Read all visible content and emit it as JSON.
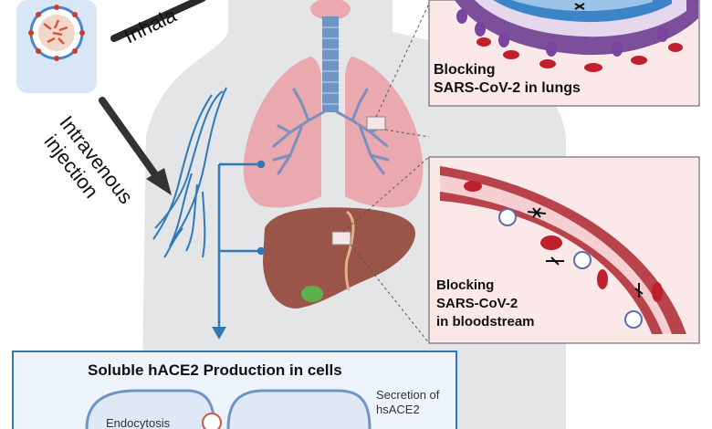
{
  "labels": {
    "inhalation": "Inhala",
    "intravenous_line1": "Intravenous",
    "intravenous_line2": "injection",
    "blocking_lungs_line1": "Blocking",
    "blocking_lungs_line2": "SARS-CoV-2 in lungs",
    "blocking_blood_line1": "Blocking",
    "blocking_blood_line2": "SARS-CoV-2",
    "blocking_blood_line3": "in bloodstream",
    "production_title": "Soluble hACE2 Production in cells",
    "secretion_line1": "Secretion of",
    "secretion_line2": "hsACE2",
    "endocytosis": "Endocytosis"
  },
  "colors": {
    "body_silhouette": "#e4e5e7",
    "lung": "#e9a9ae",
    "liver": "#9a5548",
    "trachea": "#6f95c6",
    "connector_blue": "#2f78b7",
    "vessel_wall": "#b8434b",
    "blood_cell": "#c0202c",
    "panel_background": "#fbe9e9",
    "gallbladder": "#5db14e"
  }
}
